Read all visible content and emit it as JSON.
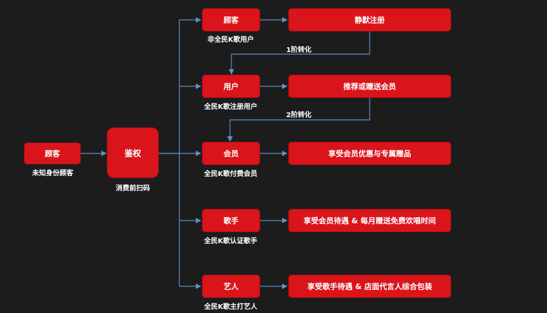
{
  "colors": {
    "background": "#1c1c1d",
    "node_fill": "#d9151b",
    "connector": "#5f8fc6",
    "text": "#ffffff"
  },
  "source": {
    "label": "顾客",
    "caption": "未知身份顾客"
  },
  "auth": {
    "label": "鉴权",
    "caption": "消费前扫码"
  },
  "branches": [
    {
      "label": "顾客",
      "caption": "非全民K歌用户",
      "benefit": "静默注册"
    },
    {
      "label": "用户",
      "caption": "全民K歌注册用户",
      "benefit": "推荐或赠送会员"
    },
    {
      "label": "会员",
      "caption": "全民K歌付费会员",
      "benefit": "享受会员优惠与专属赠品"
    },
    {
      "label": "歌手",
      "caption": "全民K歌认证歌手",
      "benefit": "享受会员待遇 & 每月赠送免费欢唱时间"
    },
    {
      "label": "艺人",
      "caption": "全民K歌主打艺人",
      "benefit": "享受歌手待遇 & 店面代言人综合包装"
    }
  ],
  "conversions": [
    "1阶转化",
    "2阶转化"
  ]
}
